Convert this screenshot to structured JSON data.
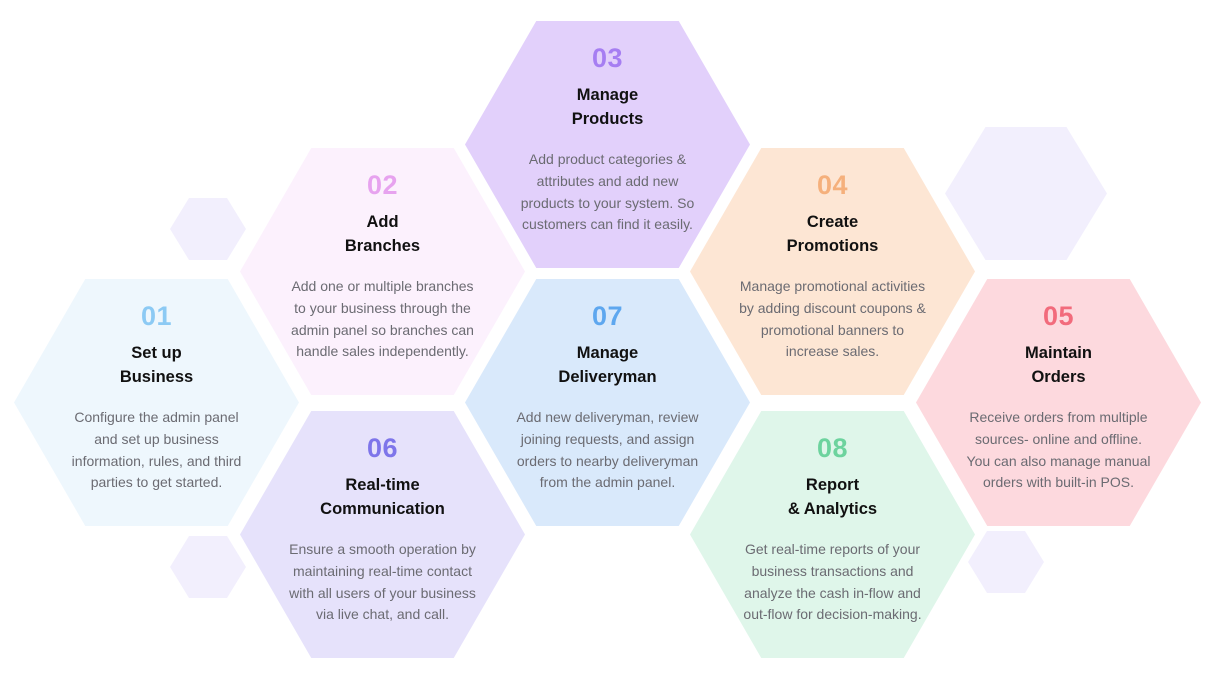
{
  "steps": [
    {
      "num": "01",
      "title": "Set up\nBusiness",
      "desc": "Configure the admin panel and set up business information, rules, and third parties to get started.",
      "bg": "#eef7fd",
      "num_color": "#8ccaf4"
    },
    {
      "num": "02",
      "title": "Add\nBranches",
      "desc": "Add one or multiple branches to your business through the admin panel so branches can handle sales independently.",
      "bg": "#fcf1fd",
      "num_color": "#e7a3ef"
    },
    {
      "num": "03",
      "title": "Manage\nProducts",
      "desc": "Add product categories & attributes and add new products to your system. So customers can find it easily.",
      "bg": "#e2d0fb",
      "num_color": "#a67ef2"
    },
    {
      "num": "04",
      "title": "Create\nPromotions",
      "desc": "Manage promotional activities by adding discount coupons & promotional banners to increase sales.",
      "bg": "#fde6d4",
      "num_color": "#f5b07c"
    },
    {
      "num": "05",
      "title": "Maintain\nOrders",
      "desc": "Receive orders from multiple sources- online and offline. You can also manage manual orders with built-in POS.",
      "bg": "#fdd9de",
      "num_color": "#f26b7c"
    },
    {
      "num": "06",
      "title": "Real-time\nCommunication",
      "desc": "Ensure a smooth operation by maintaining real-time contact with all users of your business via live chat, and call.",
      "bg": "#e6e2fb",
      "num_color": "#7e75ea"
    },
    {
      "num": "07",
      "title": "Manage\nDeliveryman",
      "desc": "Add new deliveryman, review joining requests, and assign orders to nearby deliveryman from the admin panel.",
      "bg": "#d9e9fb",
      "num_color": "#5ea7ef"
    },
    {
      "num": "08",
      "title": "Report\n& Analytics",
      "desc": "Get real-time reports of your business transactions and analyze the cash in-flow and out-flow for decision-making.",
      "bg": "#dff6ea",
      "num_color": "#6dd39e"
    }
  ]
}
